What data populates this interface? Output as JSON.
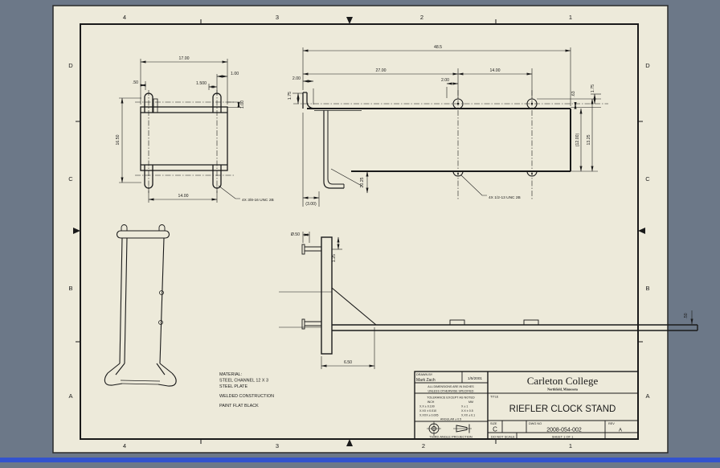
{
  "colors": {
    "surround": "#6c7888",
    "paper": "#edeada",
    "line": "#1a1a1a",
    "taskbar_blue": "#3353ce"
  },
  "sheet": {
    "zone_cols": [
      "4",
      "3",
      "2",
      "1"
    ],
    "zone_rows": [
      "D",
      "C",
      "B",
      "A"
    ]
  },
  "views": {
    "top_plate": {
      "w": "17.00",
      "off1": "1.00",
      "s1500": "1.500",
      "off50": ".50",
      "h100": "1.00",
      "h1650": "16.50",
      "w1400": "14.00",
      "callout": "4X 3/8-16 UNC  2B"
    },
    "channel": {
      "L": "48.5",
      "L27": "27.00",
      "s14": "14.00",
      "d2l": "2.00",
      "v175l": "1.75",
      "d2h": "2.00",
      "v63": ".63",
      "v175r": "1.75",
      "web": "(12.00)",
      "depth": "13.25",
      "flange": "(3.00)",
      "leg": "20.25",
      "callout": "4X 1/2-13 UNC  2B"
    },
    "side": {
      "dia": "Ø.50",
      "inset": "1.25",
      "run": "6.50",
      "thick": ".50"
    }
  },
  "notes": {
    "lines": [
      "MATERIAL:",
      "STEEL CHANNEL 12 X 3",
      "STEEL PLATE",
      "WELDED CONSTRUCTION",
      "PAINT FLAT BLACK"
    ]
  },
  "title_block": {
    "drawn_by_label": "DRAWN BY",
    "drawn_by": "Mark Zach",
    "date": "1/5/2001",
    "units_note_1": "ALL DIMENSIONS ARE IN INCHES",
    "units_note_2": "UNLESS OTHERWISE SPECIFIED",
    "tolerance_header": "TOLERANCE EXCEPT AS NOTED",
    "tol_col_inch": "INCH",
    "tol_col_mm": "MM",
    "tol_rows": [
      {
        "inch": "X.X    ± 0.100",
        "mm": "X    ± 1"
      },
      {
        "inch": "X.XX   ± 0.010",
        "mm": "X.X  ± 0.5"
      },
      {
        "inch": "X.XXX  ± 0.005",
        "mm": "X.XX ± 0.1"
      }
    ],
    "tol_angular": "ANGULAR ± 0.5",
    "projection_label": "THIRD ANGLE PROJECTION",
    "company": "Carleton College",
    "company_sub": "Northfield, Minnesota",
    "title_label": "TITLE",
    "title": "RIEFLER CLOCK STAND",
    "size_label": "SIZE",
    "size": "C",
    "dwg_label": "DWG NO",
    "dwg_no": "2008-054-002",
    "rev_label": "REV",
    "rev": "A",
    "scale_note": "DO NOT SCALE",
    "sheet_note": "SHEET 1 OF 1"
  }
}
